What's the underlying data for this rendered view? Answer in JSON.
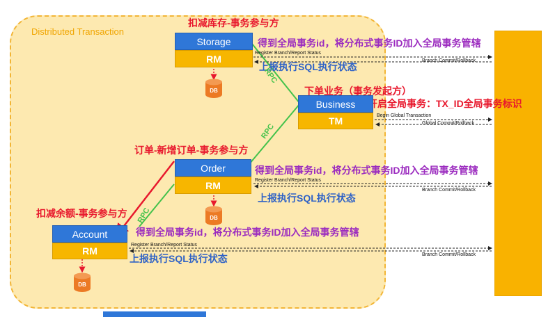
{
  "diagram": {
    "region_title": "Distributed Transaction",
    "nodes": {
      "storage": {
        "title": "Storage",
        "role": "RM",
        "db": "DB",
        "heading": "扣减库存-事务参与方"
      },
      "business": {
        "title": "Business",
        "role": "TM",
        "heading": "下单业务（事务发起方）"
      },
      "order": {
        "title": "Order",
        "role": "RM",
        "db": "DB",
        "heading": "订单-新增订单-事务参与方"
      },
      "account": {
        "title": "Account",
        "role": "RM",
        "db": "DB",
        "heading": "扣减余额-事务参与方"
      }
    },
    "annotations": {
      "storage_join": "得到全局事务id，将分布式事务ID加入全局事务管辖",
      "storage_report": "上报执行SQL执行状态",
      "business_start": "开启全局事务：TX_ID全局事务标识",
      "order_join": "得到全局事务id，将分布式事务ID加入全局事务管辖",
      "order_report": "上报执行SQL执行状态",
      "account_join": "得到全局事务id，将分布式事务ID加入全局事务管辖",
      "account_report": "上报执行SQL执行状态"
    },
    "edge_labels": {
      "register": "Register Branch/Report Status",
      "branch_commit": "Branch Commit/Rollback",
      "begin_global": "Begin Global Transaction",
      "global_commit": "Global Commit/Rollback",
      "rpc": "RPC"
    },
    "colors": {
      "region_fill": "#fde9b0",
      "region_border": "#f2b536",
      "blue_box": "#2f77d8",
      "orange_box": "#f7b600",
      "db": "#ec7a24",
      "rpc_line": "#43c24b",
      "red_text": "#e8182d",
      "purple_text": "#9b2bbf",
      "blue_text": "#2f62c6"
    }
  }
}
